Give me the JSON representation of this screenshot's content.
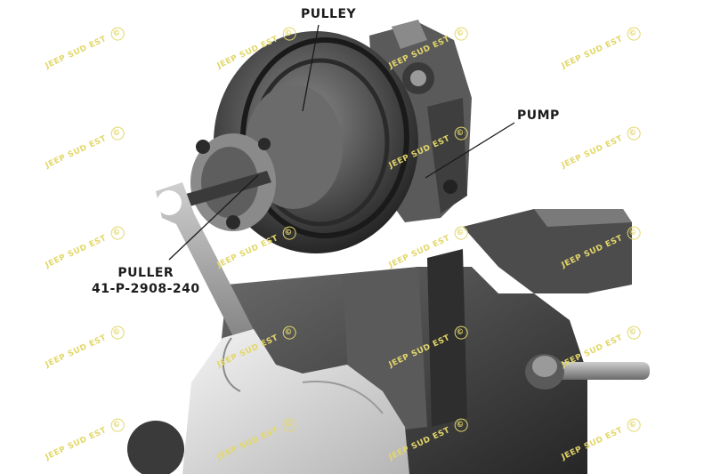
{
  "labels": {
    "pulley": "PULLEY",
    "pump": "PUMP",
    "puller_line1": "PULLER",
    "puller_line2": "41-P-2908-240"
  },
  "watermark": {
    "text": "JEEP SUD EST",
    "symbol": "©",
    "color": "#e3d76a"
  }
}
